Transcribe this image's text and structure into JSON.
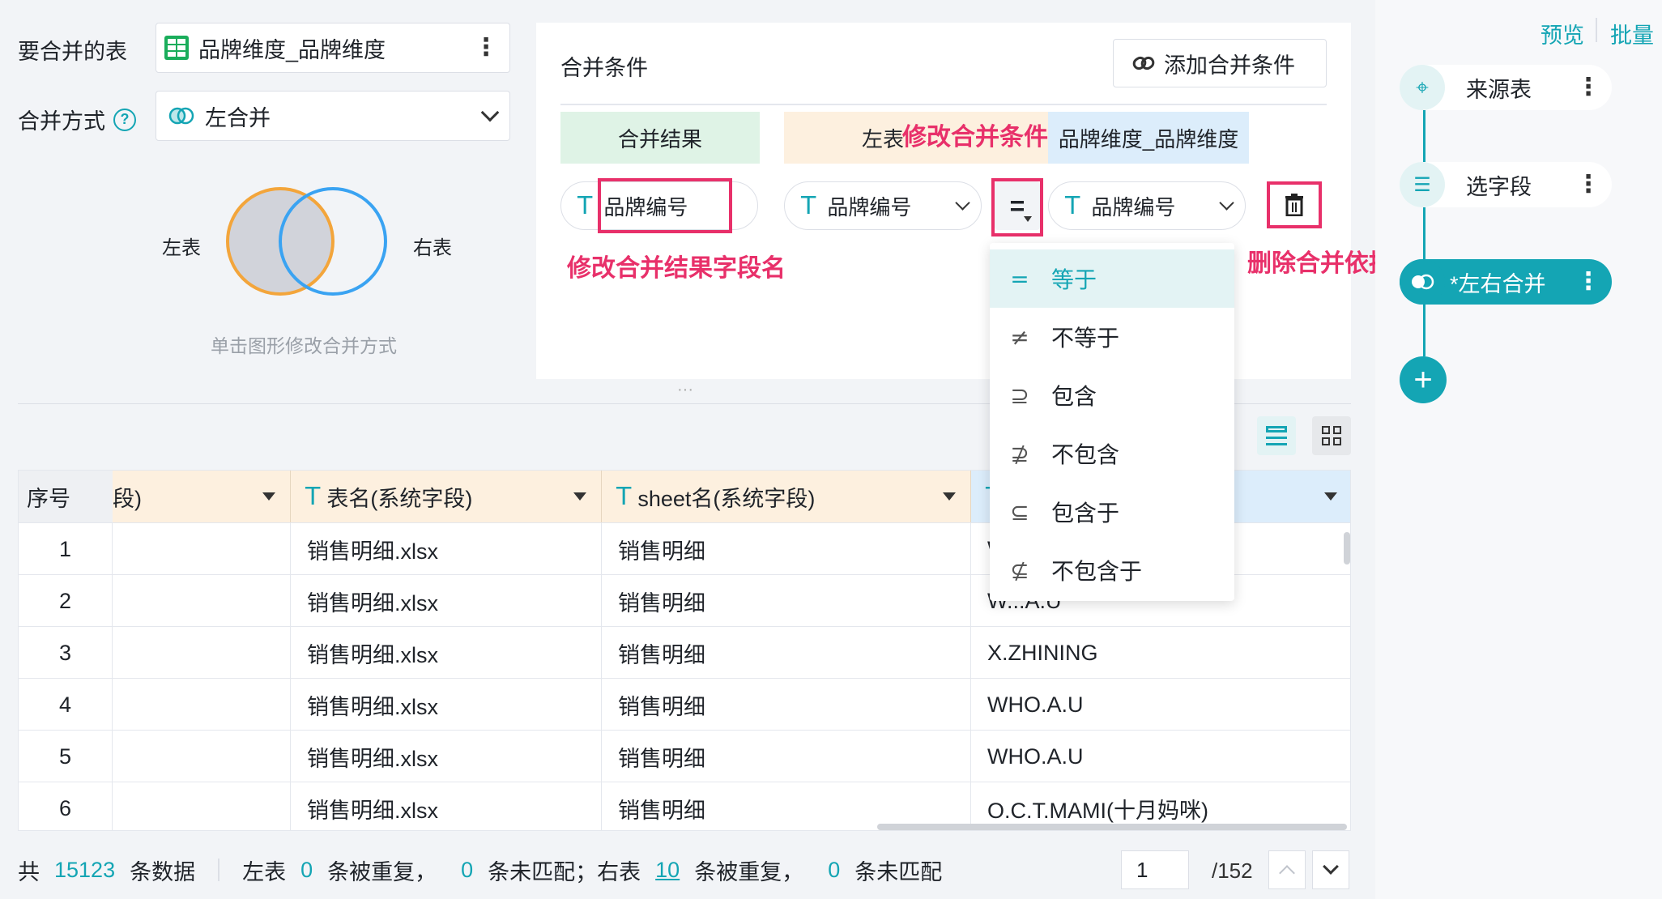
{
  "config": {
    "merge_table_label": "要合并的表",
    "merge_table_value": "品牌维度_品牌维度",
    "merge_method_label": "合并方式",
    "merge_method_value": "左合并",
    "venn_left": "左表",
    "venn_right": "右表",
    "venn_hint": "单击图形修改合并方式"
  },
  "conditions": {
    "title": "合并条件",
    "add_button": "添加合并条件",
    "col_result": "合并结果",
    "col_left": "左表",
    "col_right": "品牌维度_品牌维度",
    "result_field": "品牌编号",
    "left_field": "品牌编号",
    "operator": "=",
    "right_field": "品牌编号"
  },
  "annotations": {
    "edit_result_name": "修改合并结果字段名",
    "edit_condition": "修改合并条件",
    "delete_basis": "删除合并依据"
  },
  "operator_menu": [
    {
      "symbol": "=",
      "label": "等于",
      "active": true
    },
    {
      "symbol": "≠",
      "label": "不等于",
      "active": false
    },
    {
      "symbol": "⊇",
      "label": "包含",
      "active": false
    },
    {
      "symbol": "⊉",
      "label": "不包含",
      "active": false
    },
    {
      "symbol": "⊆",
      "label": "包含于",
      "active": false
    },
    {
      "symbol": "⊈",
      "label": "不包含于",
      "active": false
    }
  ],
  "table": {
    "columns": [
      "序号",
      "段)",
      "表名(系统字段)",
      "sheet名(系统字段)",
      ""
    ],
    "rows": [
      [
        "1",
        "销售明细.xlsx",
        "销售明细",
        "W"
      ],
      [
        "2",
        "销售明细.xlsx",
        "销售明细",
        "W...A.U"
      ],
      [
        "3",
        "销售明细.xlsx",
        "销售明细",
        "X.ZHINING"
      ],
      [
        "4",
        "销售明细.xlsx",
        "销售明细",
        "WHO.A.U"
      ],
      [
        "5",
        "销售明细.xlsx",
        "销售明细",
        "WHO.A.U"
      ],
      [
        "6",
        "销售明细.xlsx",
        "销售明细",
        "O.C.T.MAMI(十月妈咪)"
      ]
    ]
  },
  "footer": {
    "prefix": "共",
    "total": "15123",
    "total_suffix": "条数据",
    "left_label": "左表",
    "left_dup": "0",
    "dup_text": "条被重复，",
    "left_unmatched": "0",
    "unmatched_text": "条未匹配；右表",
    "right_dup": "10",
    "right_dup_text": "条被重复，",
    "right_unmatched": "0",
    "right_unmatched_text": "条未匹配",
    "page": "1",
    "page_total": "/152"
  },
  "pipeline": {
    "preview": "预览",
    "batch": "批量",
    "nodes": [
      "来源表",
      "选字段",
      "*左右合并"
    ]
  }
}
